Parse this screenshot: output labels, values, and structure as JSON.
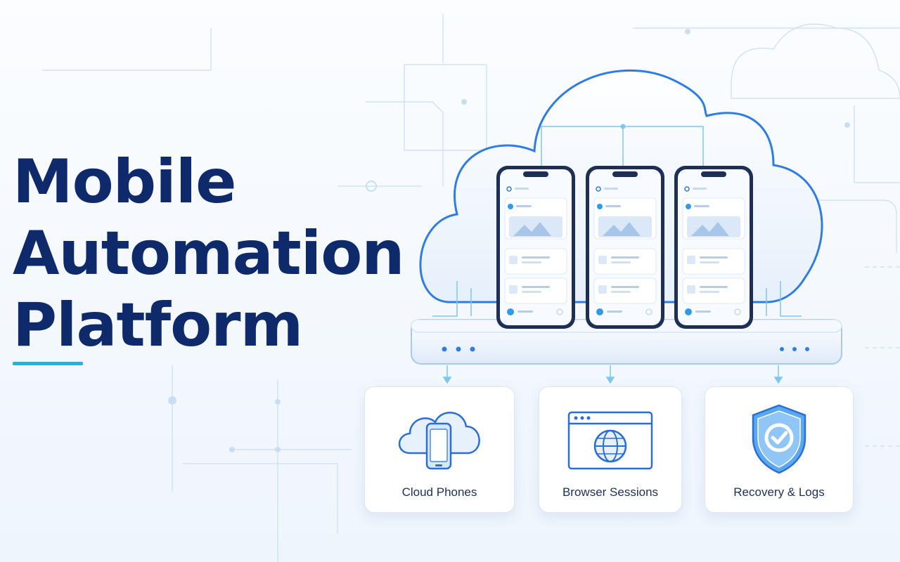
{
  "hero": {
    "title_line1": "Mobile",
    "title_line2": "Automation",
    "title_line3": "Platform"
  },
  "features": [
    {
      "label": "Cloud Phones",
      "icon": "cloud-phone-icon"
    },
    {
      "label": "Browser Sessions",
      "icon": "browser-globe-icon"
    },
    {
      "label": "Recovery & Logs",
      "icon": "shield-check-icon"
    }
  ],
  "colors": {
    "title": "#0f2a6b",
    "accent": "#17b6e8",
    "line_blue": "#2f7de0",
    "icon_blue": "#2b6fd6"
  }
}
